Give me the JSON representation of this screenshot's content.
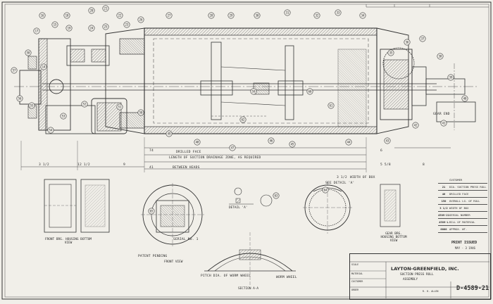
{
  "drawing": {
    "company": "LAYTON-GREENFIELD, INC.",
    "title_line1": "SUCTION PRESS ROLL",
    "title_line2": "ASSEMBLY",
    "drawing_number": "D-4589-21",
    "print_issued": "PRINT ISSUED",
    "print_issued_date": "MAY - 3 1946",
    "approved_by": "R. H. ALLEN",
    "scale_label": "SCALE",
    "material_label": "MATERIAL",
    "customer_label": "CUSTOMER",
    "order_label": "ORDER"
  },
  "notes": {
    "length_drainage": "LENGTH OF SUCTION DRAINAGE ZONE, AS REQUIRED",
    "between_heads": "BETWEEN HEADS",
    "drilled_face": "DRILLED FACE",
    "width_of_box": "WIDTH OF BOX",
    "see_detail_a": "SEE DETAIL 'A'",
    "detail_a": "DETAIL 'A'",
    "front_view": "FRONT VIEW",
    "front_brg_housing": "FRONT BRG. HOUSING BOTTOM VIEW",
    "gear_brg_housing": "GEAR BRG. HOUSING BOTTOM VIEW",
    "section_a_a": "SECTION A-A",
    "gear_end": "GEAR END",
    "pitch_line": "PITCH DIA. OF WORM WHEEL",
    "worm_wheel": "WORM WHEEL",
    "serial_no": "SERIAL NO. 1",
    "patent_pending": "PATENT PENDING"
  },
  "spec_table": [
    {
      "qty": "",
      "desc": "CUSTOMER"
    },
    {
      "qty": "21",
      "desc": "DIA. SUCTION PRESS ROLL"
    },
    {
      "qty": "46",
      "desc": "DRILLED FACE"
    },
    {
      "qty": "150",
      "desc": "OVERALL LG. OF ROLL"
    },
    {
      "qty": "3 1/2",
      "desc": "WIDTH OF BOX"
    },
    {
      "qty": "4589-21",
      "desc": "SERIAL NUMBER"
    },
    {
      "qty": "4589-L",
      "desc": "BILL OF MATERIAL"
    },
    {
      "qty": "6000",
      "desc": "APPROX. WT."
    }
  ],
  "dimensions": [
    "74",
    "12 1/2",
    "9",
    "3 1/2",
    "41",
    "6",
    "3 1/2",
    "5 5/8",
    "8"
  ],
  "balloons": [
    "14",
    "15",
    "16",
    "17",
    "18",
    "19",
    "20",
    "21",
    "22",
    "23",
    "24",
    "25",
    "26",
    "27",
    "28",
    "29",
    "30",
    "31",
    "32",
    "33",
    "34",
    "35",
    "36",
    "37",
    "38",
    "39",
    "40",
    "41",
    "42",
    "43",
    "44",
    "45",
    "46",
    "47",
    "48",
    "49",
    "50",
    "51",
    "52",
    "53",
    "54",
    "55",
    "56",
    "57",
    "58",
    "59",
    "60",
    "61",
    "62",
    "63",
    "64",
    "65"
  ]
}
